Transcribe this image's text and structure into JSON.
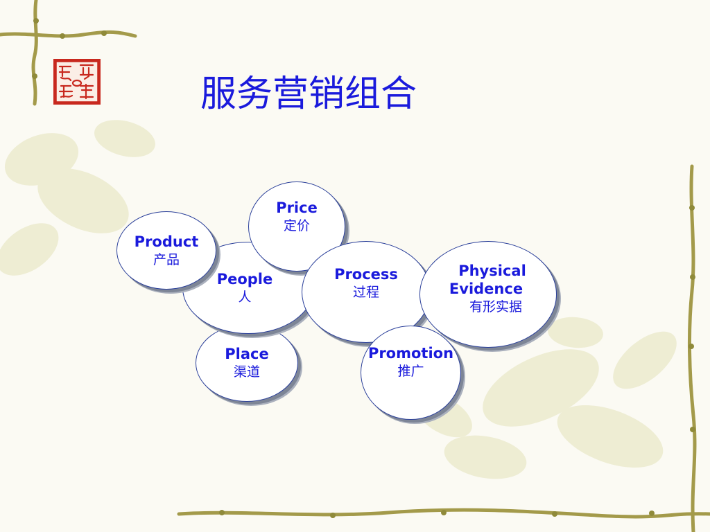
{
  "slide": {
    "title": "服务营销组合"
  },
  "nodes": {
    "product": {
      "en": "Product",
      "zh": "产品"
    },
    "price": {
      "en": "Price",
      "zh": "定价"
    },
    "people": {
      "en": "People",
      "zh": "人"
    },
    "process": {
      "en": "Process",
      "zh": "过程"
    },
    "physical_evidence": {
      "en_line1": "Physical",
      "en_line2": "Evidence",
      "zh": "有形实据"
    },
    "place": {
      "en": "Place",
      "zh": "渠道"
    },
    "promotion": {
      "en": "Promotion",
      "zh": "推广"
    }
  },
  "colors": {
    "text_blue": "#1a1adc",
    "node_border": "#2a3f9a",
    "node_shadow": "#7d8596",
    "seal_red": "#c8281e",
    "vine": "#a39a4a"
  }
}
